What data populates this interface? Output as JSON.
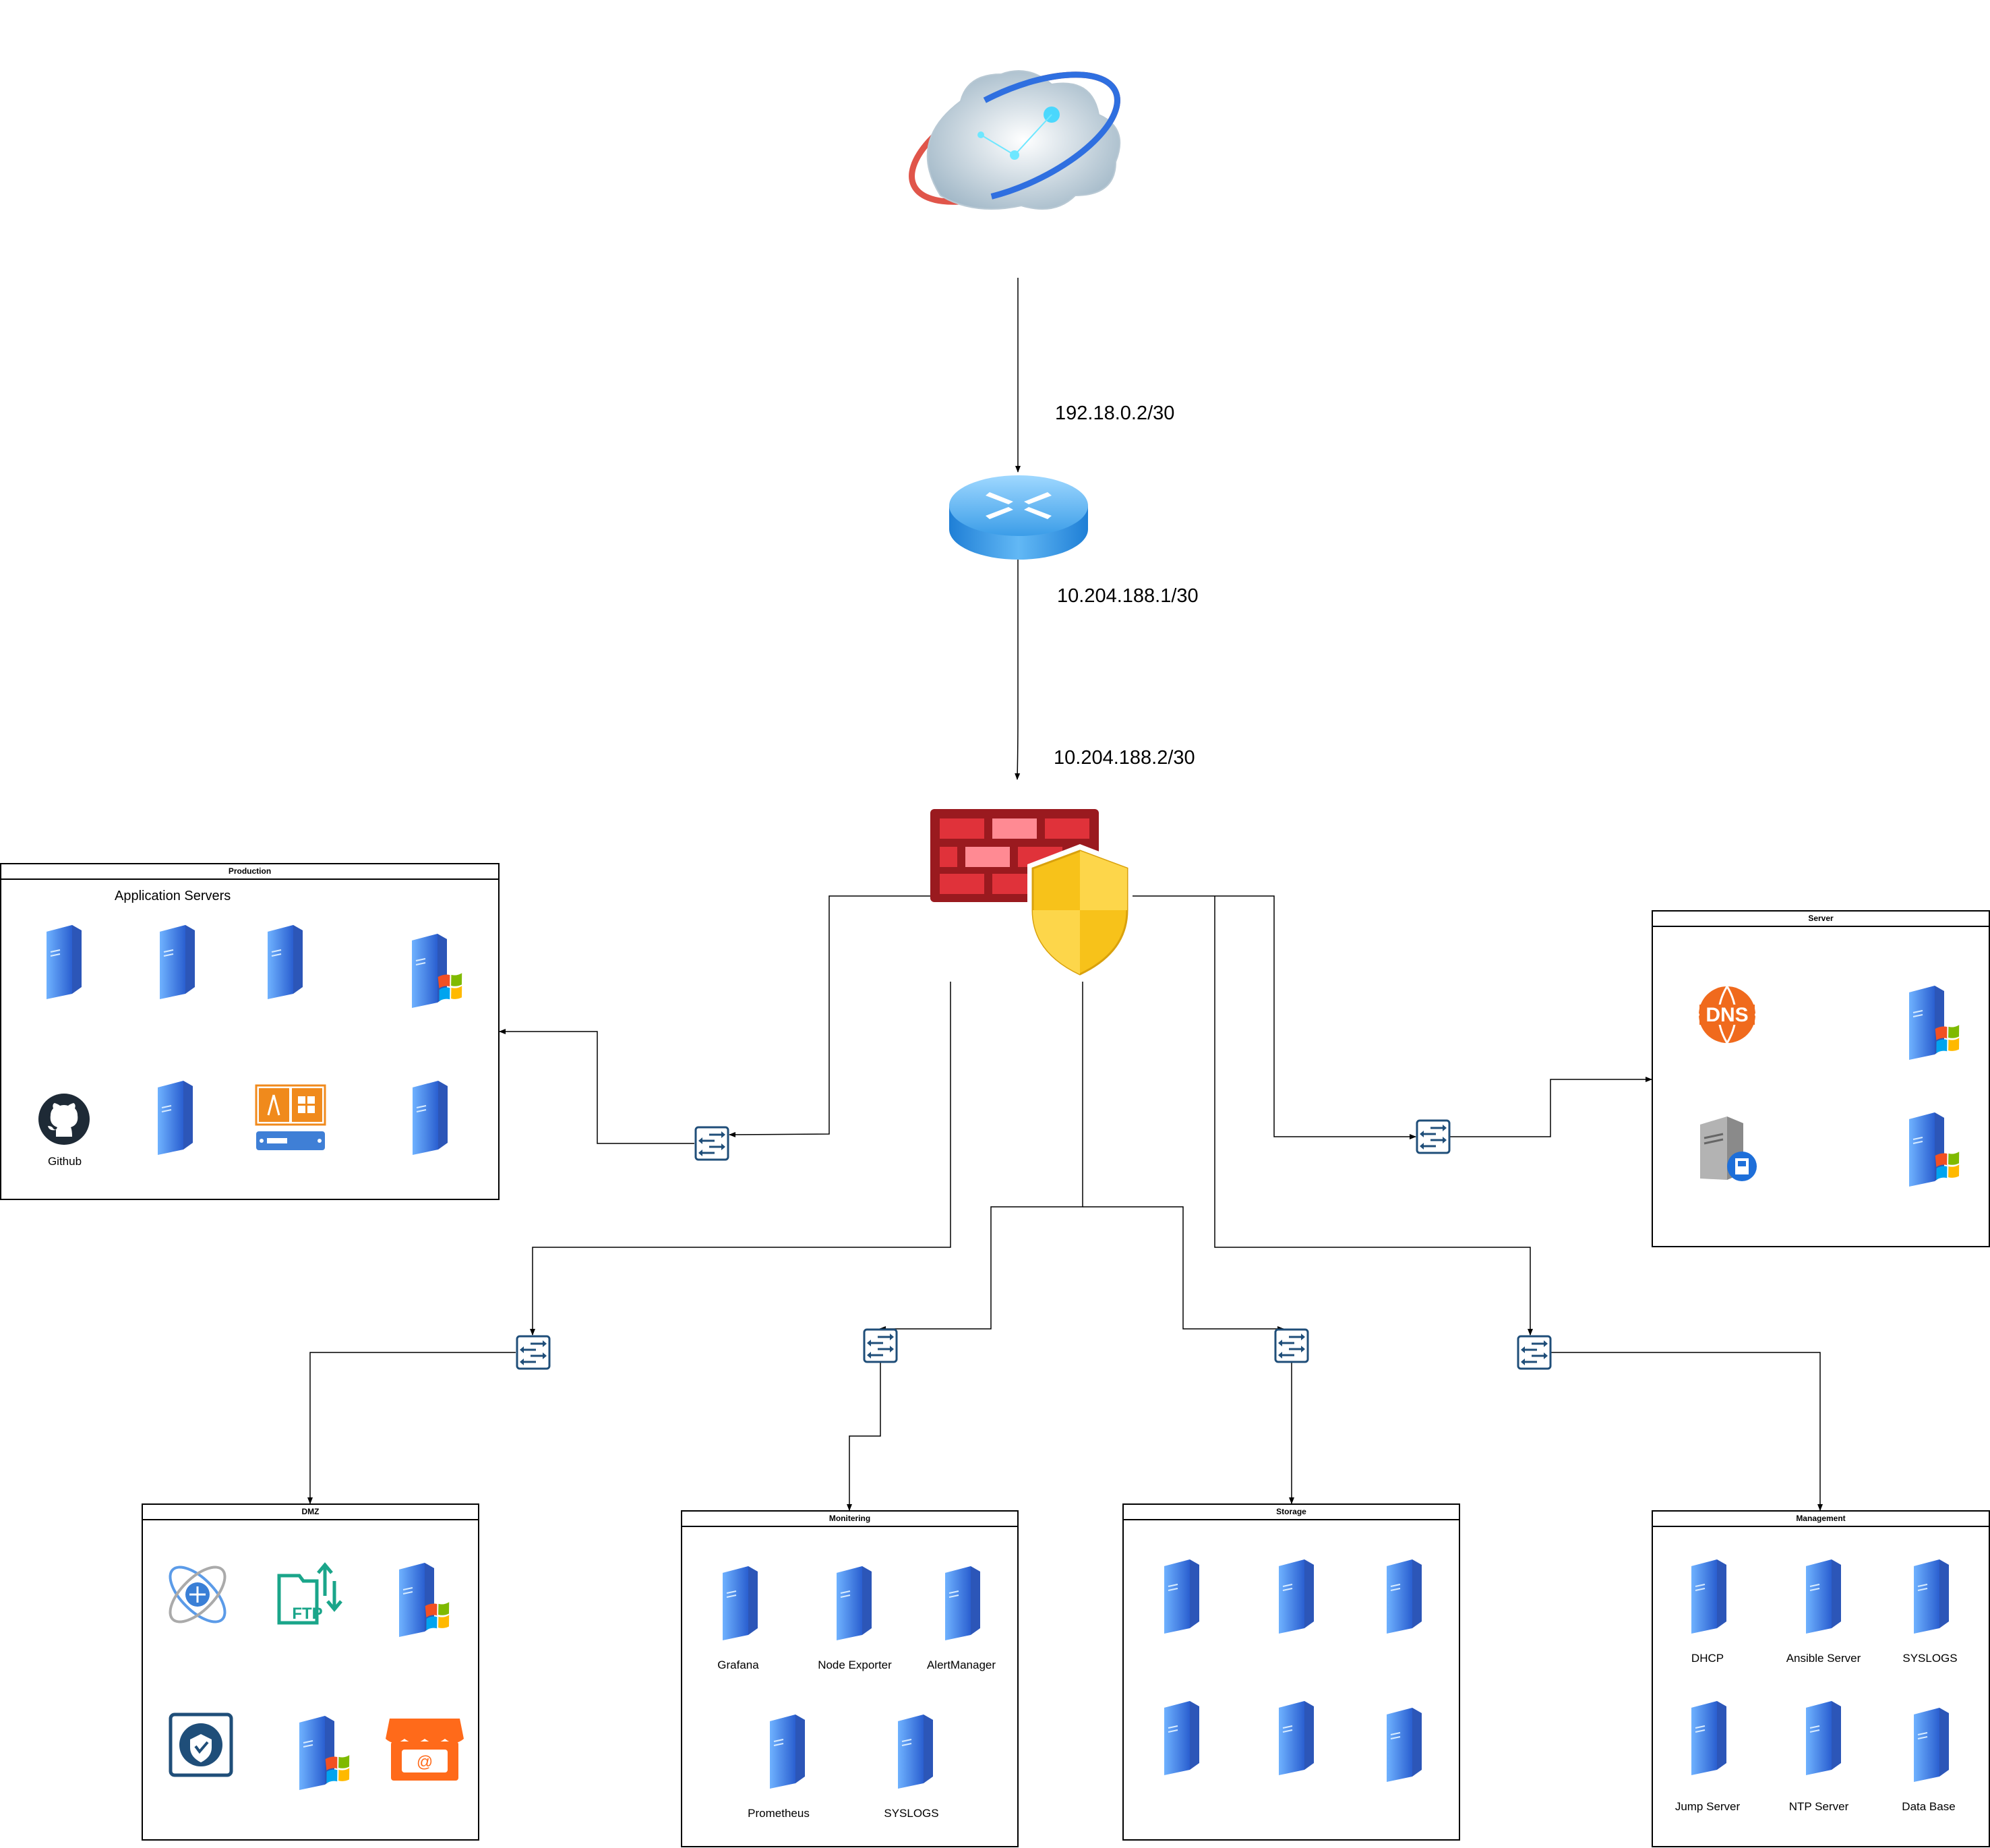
{
  "links": {
    "isp_to_router": "192.18.0.2/30",
    "router_to_firewall": "10.204.188.1/30",
    "firewall_inside": "10.204.188.2/30"
  },
  "groups": {
    "production": {
      "title": "Production",
      "subtitle": "Application Servers",
      "github_label": "Github"
    },
    "server": {
      "title": "Server"
    },
    "dmz": {
      "title": "DMZ"
    },
    "monitoring": {
      "title": "Monitering",
      "items": [
        "Grafana",
        "Node Exporter",
        "AlertManager",
        "Prometheus",
        "SYSLOGS"
      ]
    },
    "storage": {
      "title": "Storage"
    },
    "management": {
      "title": "Management",
      "items": [
        "DHCP",
        "Ansible Server",
        "SYSLOGS",
        "Jump Server",
        "NTP Server",
        "Data Base"
      ]
    }
  },
  "icons": {
    "internet": "internet-cloud-icon",
    "router": "router-icon",
    "firewall": "firewall-icon",
    "switch": "switch-icon",
    "server": "server-icon",
    "windows_server": "windows-server-icon",
    "dns": "dns-icon",
    "ftp": "ftp-icon",
    "github": "github-icon",
    "mail_shop": "mail-shop-icon"
  },
  "colors": {
    "server_blue": "#3b6fd8",
    "firewall_red": "#b01e23",
    "shield_yellow": "#f7c21a",
    "dns_orange": "#f06a1d",
    "switch_teal": "#1f4e79",
    "ftp_green": "#1aa58a"
  }
}
